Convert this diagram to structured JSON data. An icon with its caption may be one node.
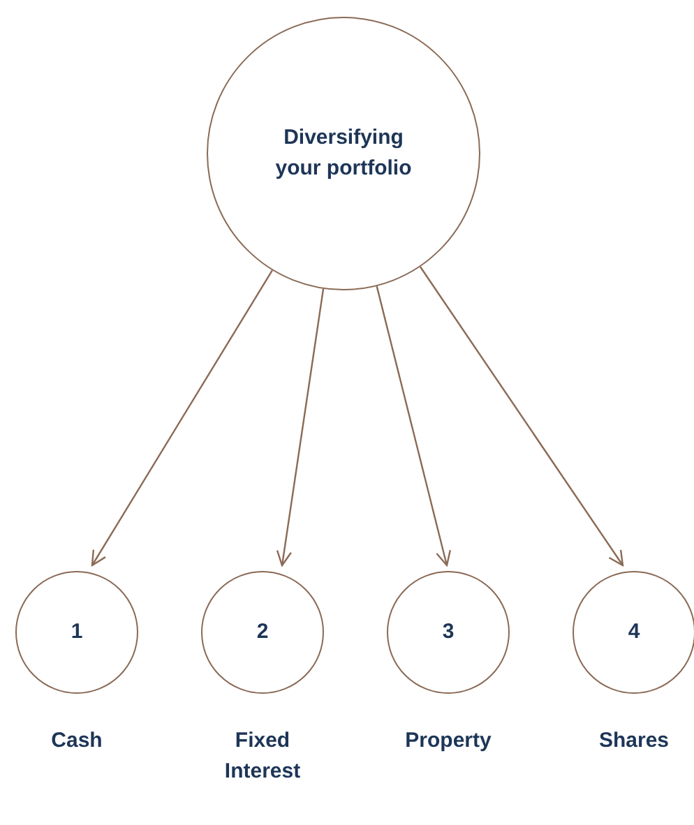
{
  "diagram": {
    "nodes": [
      {
        "text": [
          "Diversifying your portfolio"
        ]
      },
      {
        "text": [
          "1"
        ],
        "beside": [
          "Cash"
        ]
      },
      {
        "text": [
          "2"
        ],
        "beside": [
          "Fixed Interest"
        ]
      },
      {
        "text": [
          "3"
        ],
        "beside": [
          "Property"
        ]
      },
      {
        "text": [
          "4"
        ],
        "beside": [
          "Shares"
        ]
      }
    ],
    "edges": [
      {
        "from": 0,
        "to": 1,
        "arrow": "to"
      },
      {
        "from": 0,
        "to": 2,
        "arrow": "to"
      },
      {
        "from": 0,
        "to": 3,
        "arrow": "to"
      },
      {
        "from": 0,
        "to": 4,
        "arrow": "to"
      }
    ]
  }
}
